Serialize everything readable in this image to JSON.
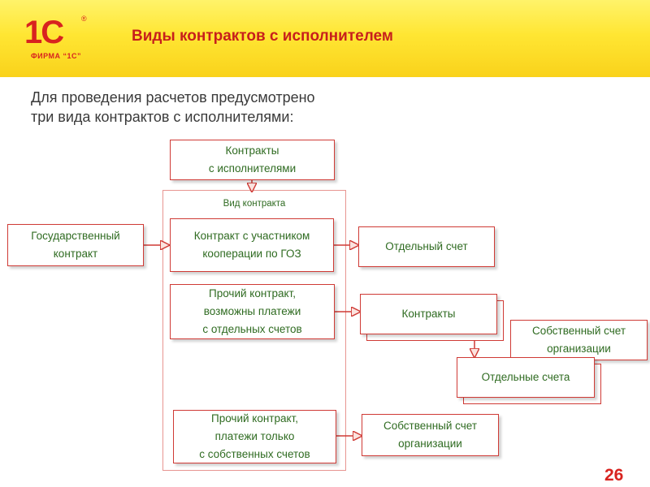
{
  "header": {
    "logo_mark": "1C",
    "logo_sub": "ФИРМА “1С”",
    "logo_reg": "®",
    "title": "Виды контрактов с исполнителем"
  },
  "subtitle": {
    "line1": "Для проведения расчетов предусмотрено",
    "line2": "три вида контрактов с исполнителями:"
  },
  "diagram": {
    "group_label": "Вид контракта",
    "nodes": {
      "contracts_with_executors": "Контракты\nс исполнителями",
      "state_contract": "Государственный\nконтракт",
      "goz_participant_contract": "Контракт с участником\nкооперации по ГОЗ",
      "other_contract_separate": "Прочий контракт,\nвозможны платежи\nс отдельных счетов",
      "other_contract_own": "Прочий контракт,\nплатежи только\nс собственных счетов",
      "separate_account": "Отдельный счет",
      "contracts": "Контракты",
      "own_account_org_1": "Собственный счет\nорганизации",
      "separate_accounts": "Отдельные счета",
      "own_account_org_2": "Собственный счет\nорганизации"
    }
  },
  "page_number": "26",
  "colors": {
    "brand_red": "#d8231f",
    "header_yellow": "#ffe633",
    "box_border": "#cf3a35",
    "box_text": "#2f6b21"
  }
}
